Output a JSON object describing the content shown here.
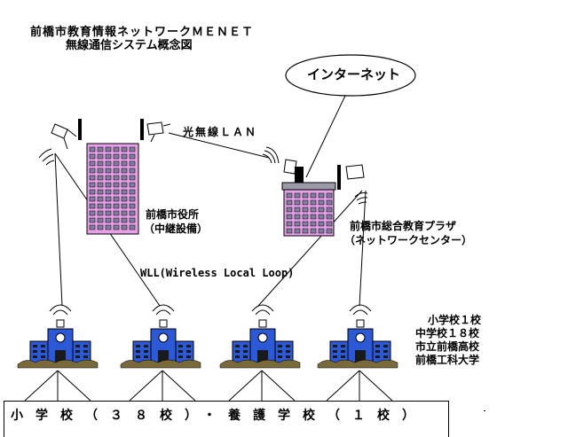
{
  "title": {
    "line1": "前橋市教育情報ネットワークＭＥＮＥＴ",
    "line2": "無線通信システム概念図"
  },
  "internet": {
    "label": "インターネット"
  },
  "links": {
    "lan": "光無線ＬＡＮ",
    "wll": "WLL(Wireless Local Loop)"
  },
  "city_hall": {
    "name": "前橋市役所",
    "sub": "（中継設備）"
  },
  "plaza": {
    "name": "前橋市総合教育プラザ",
    "sub": "（ネットワークセンター）"
  },
  "school_list": [
    "小学校１校",
    "中学校１８校",
    "市立前橋高校",
    "前橋工科大学"
  ],
  "bottom_label": "小学校（３８校）・養護学校（１校）",
  "colors": {
    "building_fill": "#e8a0e8",
    "building_window": "#7d7d9c",
    "school_blue": "#2b59d8",
    "ground": "#7a6a3a"
  }
}
